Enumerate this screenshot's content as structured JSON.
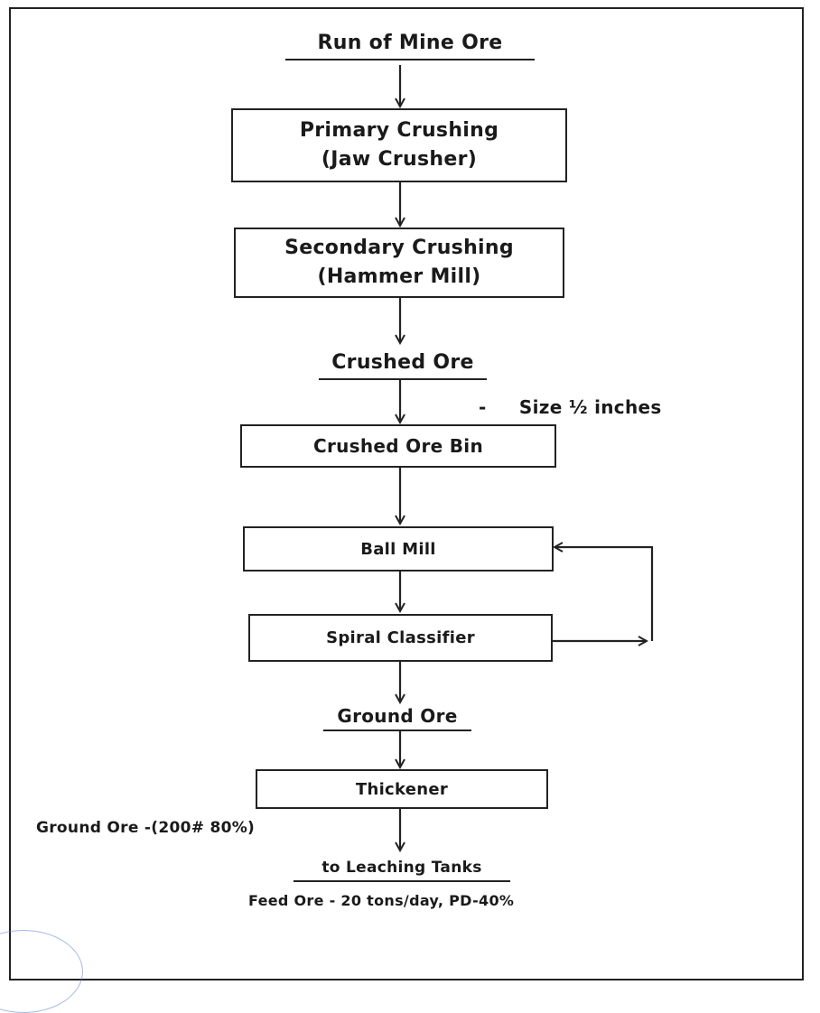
{
  "diagram": {
    "start_label": "Run of Mine Ore",
    "primary": {
      "line1": "Primary Crushing",
      "line2": "(Jaw Crusher)"
    },
    "secondary": {
      "line1": "Secondary Crushing",
      "line2": "(Hammer Mill)"
    },
    "crushed_ore": "Crushed Ore",
    "size_note": "-     Size ½ inches",
    "bin": "Crushed Ore Bin",
    "ball_mill": "Ball Mill",
    "classifier": "Spiral Classifier",
    "ground_ore": "Ground Ore",
    "thickener": "Thickener",
    "ground_note": "Ground Ore  -(200# 80%)",
    "to_leaching": "to Leaching Tanks",
    "feed_note": "Feed Ore - 20 tons/day, PD-40%"
  },
  "colors": {
    "line": "#222222",
    "stamp": "#5a7fd0"
  }
}
